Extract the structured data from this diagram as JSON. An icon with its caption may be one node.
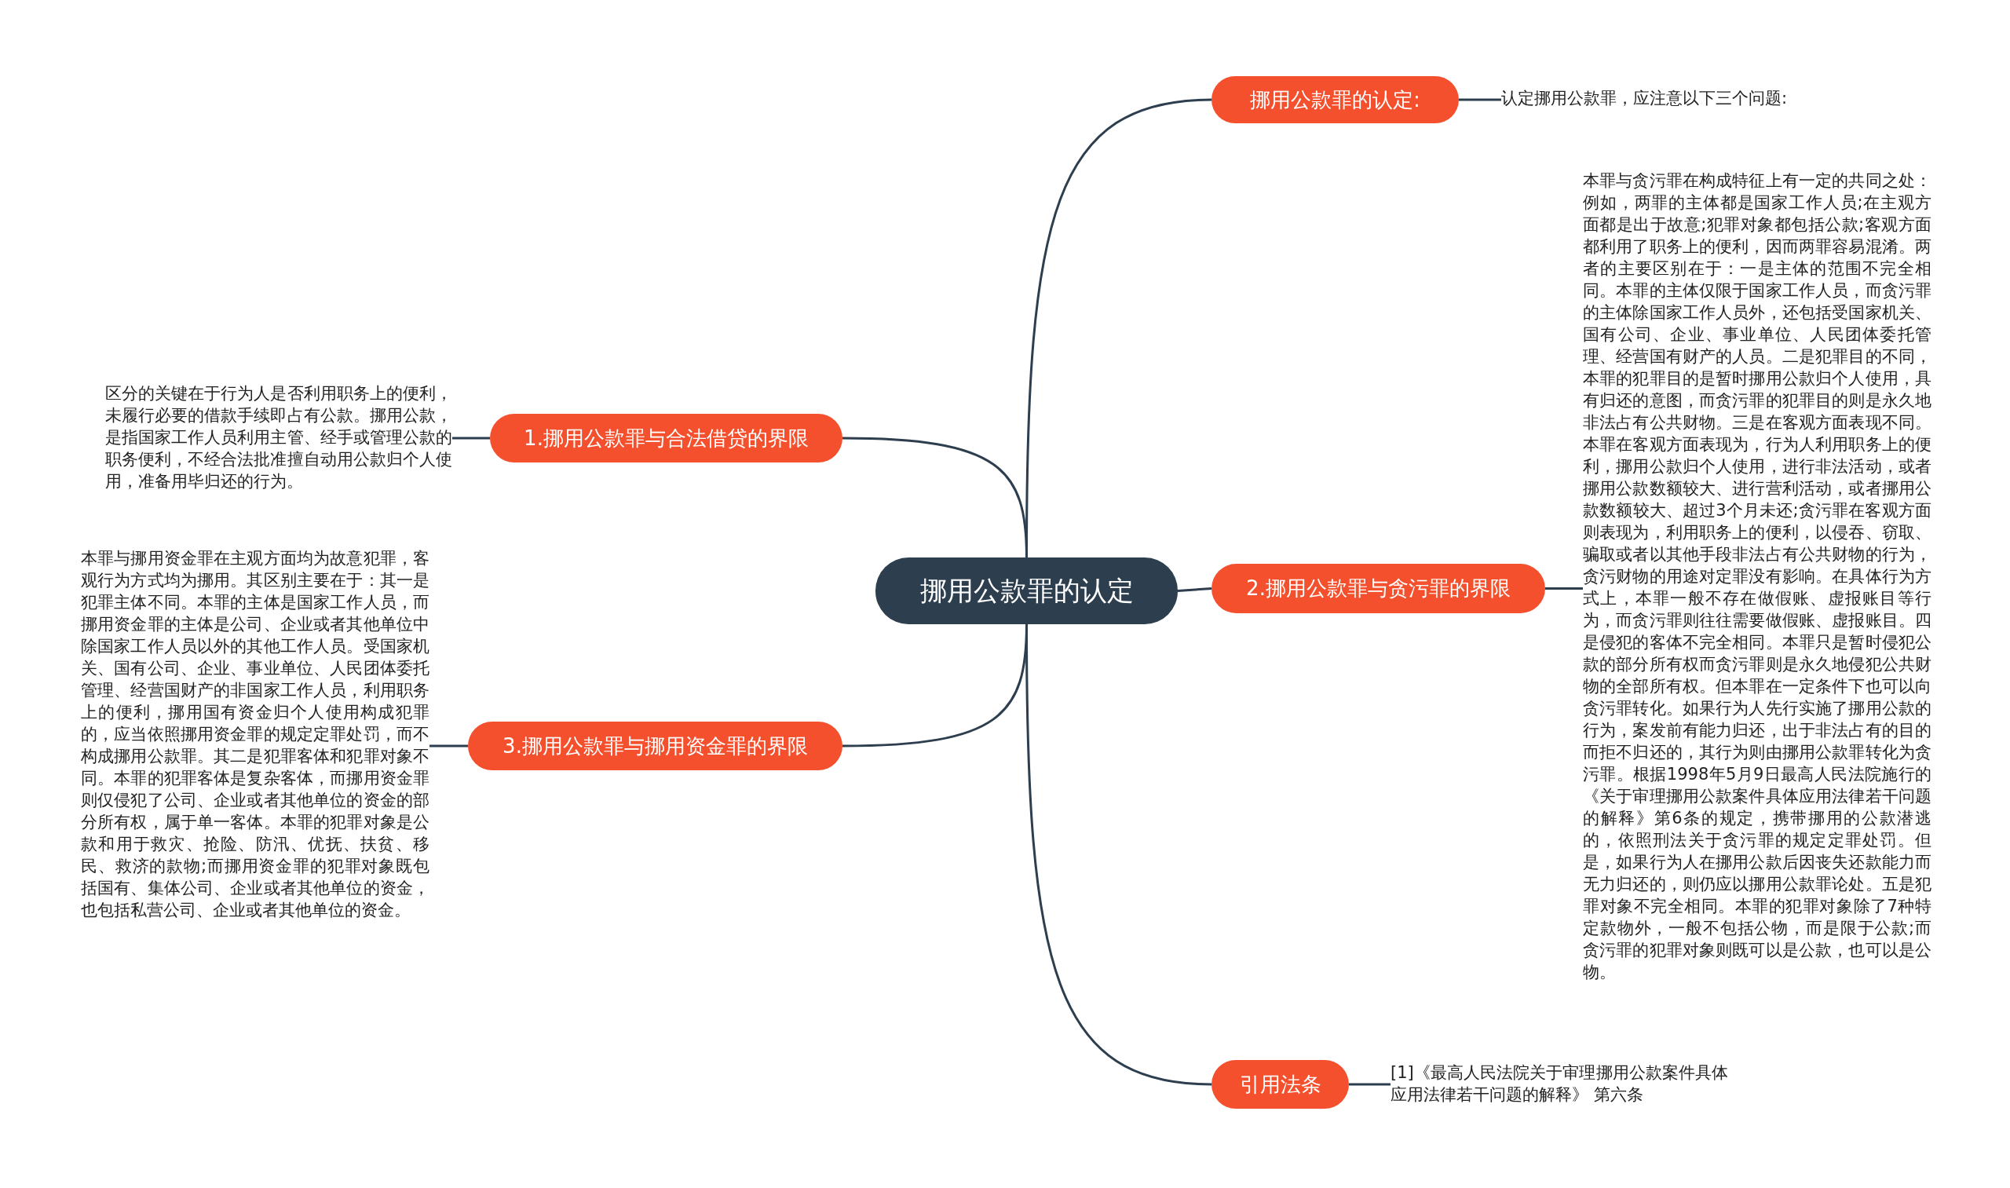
{
  "diagram": {
    "nodes": [
      {
        "text": [
          "挪用公款罪的认定"
        ]
      },
      {
        "text": [
          "挪用公款罪的认定:"
        ]
      },
      {
        "text": [
          "认定挪用公款罪，应注意以下三个问题:"
        ]
      },
      {
        "text": [
          "1.挪用公款罪与合法借贷的界限"
        ]
      },
      {
        "text": [
          "区分的关键在于行为人是否利用职务上的便利，未履行必要的借款手续即占有公款。挪用公款，是指国家工作人员利用主管、经手或管理公款的职务便利，不经合法批准擅自动用公款归个人使用，准备用毕归还的行为。"
        ]
      },
      {
        "text": [
          "2.挪用公款罪与贪污罪的界限"
        ]
      },
      {
        "text": [
          "本罪与贪污罪在构成特征上有一定的共同之处：例如，两罪的主体都是国家工作人员;在主观方面都是出于故意;犯罪对象都包括公款;客观方面都利用了职务上的便利，因而两罪容易混淆。两者的主要区别在于：一是主体的范围不完全相同。本罪的主体仅限于国家工作人员，而贪污罪的主体除国家工作人员外，还包括受国家机关、国有公司、企业、事业单位、人民团体委托管理、经营国有财产的人员。二是犯罪目的不同，本罪的犯罪目的是暂时挪用公款归个人使用，具有归还的意图，而贪污罪的犯罪目的则是永久地非法占有公共财物。三是在客观方面表现不同。本罪在客观方面表现为，行为人利用职务上的便利，挪用公款归个人使用，进行非法活动，或者挪用公款数额较大、进行营利活动，或者挪用公款数额较大、超过3个月未还;贪污罪在客观方面则表现为，利用职务上的便利，以侵吞、窃取、骗取或者以其他手段非法占有公共财物的行为，贪污财物的用途对定罪没有影响。在具体行为方式上，本罪一般不存在做假账、虚报账目等行为，而贪污罪则往往需要做假账、虚报账目。四是侵犯的客体不完全相同。本罪只是暂时侵犯公款的部分所有权而贪污罪则是永久地侵犯公共财物的全部所有权。但本罪在一定条件下也可以向贪污罪转化。如果行为人先行实施了挪用公款的行为，案发前有能力归还，出于非法占有的目的而拒不归还的，其行为则由挪用公款罪转化为贪污罪。根据1998年5月9日最高人民法院施行的《关于审理挪用公款案件具体应用法律若干问题的解释》第6条的规定，携带挪用的公款潜逃的，依照刑法关于贪污罪的规定定罪处罚。但是，如果行为人在挪用公款后因丧失还款能力而无力归还的，则仍应以挪用公款罪论处。五是犯罪对象不完全相同。本罪的犯罪对象除了7种特定款物外，一般不包括公物，而是限于公款;而贪污罪的犯罪对象则既可以是公款，也可以是公物。"
        ]
      },
      {
        "text": [
          "3.挪用公款罪与挪用资金罪的界限"
        ]
      },
      {
        "text": [
          "本罪与挪用资金罪在主观方面均为故意犯罪，客观行为方式均为挪用。其区别主要在于：其一是犯罪主体不同。本罪的主体是国家工作人员，而挪用资金罪的主体是公司、企业或者其他单位中除国家工作人员以外的其他工作人员。受国家机关、国有公司、企业、事业单位、人民团体委托管理、经营国财产的非国家工作人员，利用职务上的便利，挪用国有资金归个人使用构成犯罪的，应当依照挪用资金罪的规定定罪处罚，而不构成挪用公款罪。其二是犯罪客体和犯罪对象不同。本罪的犯罪客体是复杂客体，而挪用资金罪则仅侵犯了公司、企业或者其他单位的资金的部分所有权，属于单一客体。本罪的犯罪对象是公款和用于救灾、抢险、防汛、优抚、扶贫、移民、救济的款物;而挪用资金罪的犯罪对象既包括国有、集体公司、企业或者其他单位的资金，也包括私营公司、企业或者其他单位的资金。"
        ]
      },
      {
        "text": [
          "引用法条"
        ]
      },
      {
        "text": [
          "[1]《最高人民法院关于审理挪用公款案件具体应用法律若干问题的解释》 第六条"
        ]
      }
    ],
    "edges": [
      {
        "from": 0,
        "to": 1,
        "arrow": "none"
      },
      {
        "from": 1,
        "to": 2,
        "arrow": "none"
      },
      {
        "from": 0,
        "to": 3,
        "arrow": "none"
      },
      {
        "from": 3,
        "to": 4,
        "arrow": "none"
      },
      {
        "from": 0,
        "to": 5,
        "arrow": "none"
      },
      {
        "from": 5,
        "to": 6,
        "arrow": "none"
      },
      {
        "from": 0,
        "to": 7,
        "arrow": "none"
      },
      {
        "from": 7,
        "to": 8,
        "arrow": "none"
      },
      {
        "from": 0,
        "to": 9,
        "arrow": "none"
      },
      {
        "from": 9,
        "to": 10,
        "arrow": "none"
      }
    ]
  }
}
